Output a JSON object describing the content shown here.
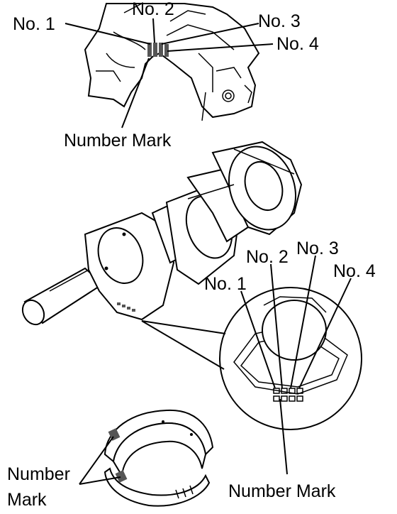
{
  "engine_block": {
    "labels": [
      "No. 1",
      "No. 2",
      "No. 3",
      "No. 4"
    ],
    "mark_label": "Number Mark"
  },
  "crankshaft": {
    "labels": [
      "No. 1",
      "No. 2",
      "No. 3",
      "No. 4"
    ],
    "mark_label": "Number Mark"
  },
  "bearing": {
    "mark_label_line1": "Number",
    "mark_label_line2": "Mark"
  }
}
